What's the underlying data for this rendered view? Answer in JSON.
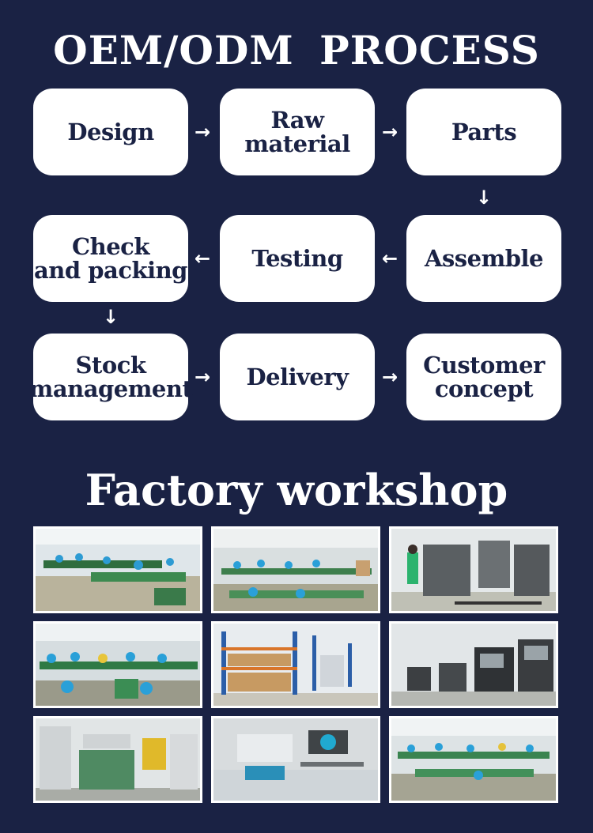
{
  "header": {
    "title": "OEM/ODM  PROCESS"
  },
  "process": {
    "steps": [
      "Design",
      "Raw\nmaterial",
      "Parts",
      "Assemble",
      "Testing",
      "Check\nand packing",
      "Stock\nmanagement",
      "Delivery",
      "Customer\nconcept"
    ],
    "arrows": {
      "right": "→",
      "left": "←",
      "down": "↓"
    }
  },
  "workshop": {
    "title": "Factory workshop",
    "photos": [
      "assembly-line-photo",
      "assembly-hall-photo",
      "machine-operator-photo",
      "workers-at-benches-photo",
      "warehouse-shelves-photo",
      "injection-machines-photo",
      "machinery-photo",
      "machine-closeup-photo",
      "workstation-rows-photo"
    ]
  }
}
